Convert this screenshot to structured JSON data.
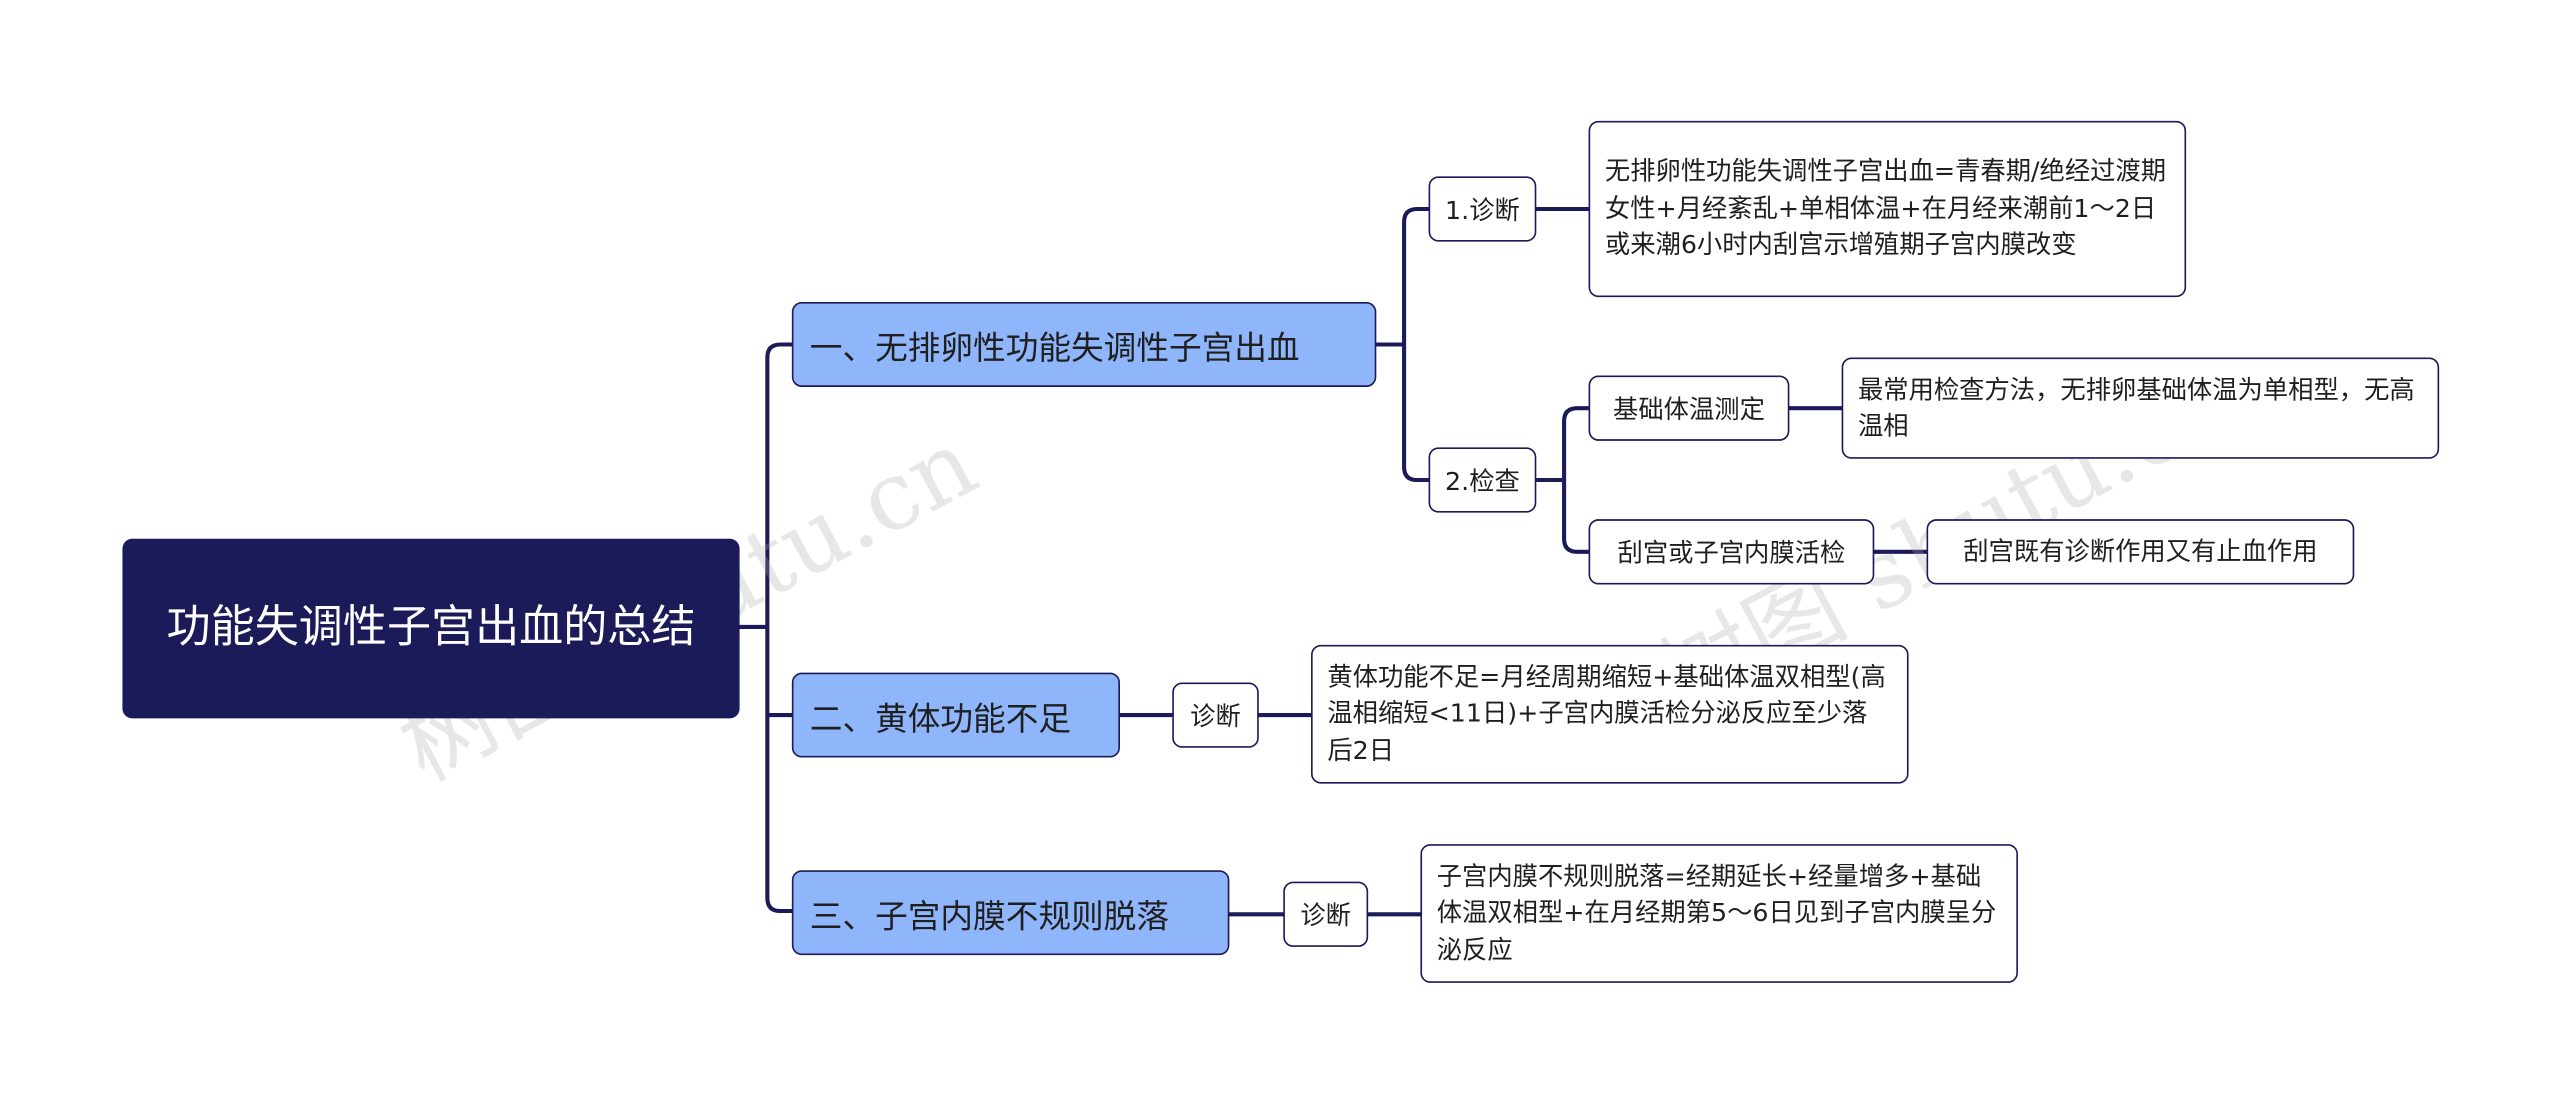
{
  "watermark": {
    "text_left": "树图 shutu.cn",
    "text_right": "树图 shutu.cn"
  },
  "root": {
    "title": "功能失调性子宫出血的总结"
  },
  "branches": [
    {
      "label": "一、无排卵性功能失调性子宫出血",
      "subs": [
        {
          "label": "1.诊断",
          "leaf": "无排卵性功能失调性子宫出血=青春期/绝经过渡期女性+月经紊乱+单相体温+在月经来潮前1～2日或来潮6小时内刮宫示增殖期子宫内膜改变"
        },
        {
          "label": "2.检查",
          "items": [
            {
              "label": "基础体温测定",
              "leaf": "最常用检查方法，无排卵基础体温为单相型，无高温相"
            },
            {
              "label": "刮宫或子宫内膜活检",
              "leaf": "刮宫既有诊断作用又有止血作用"
            }
          ]
        }
      ]
    },
    {
      "label": "二、黄体功能不足",
      "sub": {
        "label": "诊断",
        "leaf": "黄体功能不足=月经周期缩短+基础体温双相型(高温相缩短<11日)+子宫内膜活检分泌反应至少落后2日"
      }
    },
    {
      "label": "三、子宫内膜不规则脱落",
      "sub": {
        "label": "诊断",
        "leaf": "子宫内膜不规则脱落=经期延长+经量增多+基础体温双相型+在月经期第5～6日见到子宫内膜呈分泌反应"
      }
    }
  ]
}
